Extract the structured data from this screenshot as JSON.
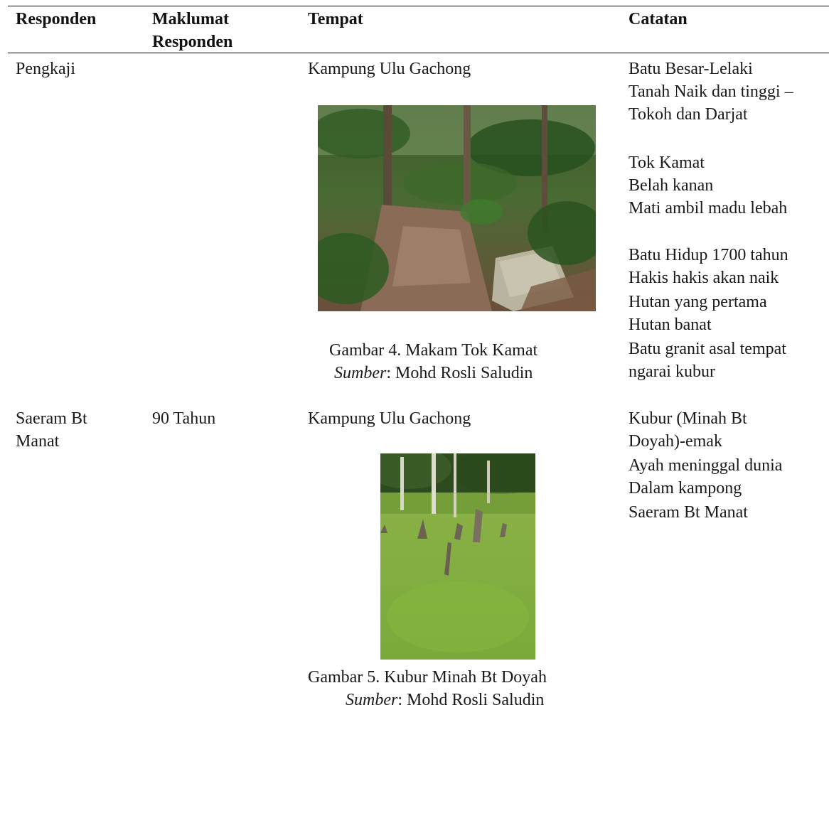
{
  "headers": [
    "Responden",
    "Maklumat",
    "Responden",
    "Tempat",
    "Catatan"
  ],
  "rows": [
    {
      "responden": [
        "Pengkaji"
      ],
      "maklumat": "",
      "tempat": "Kampung Ulu Gachong",
      "figure": {
        "caption": "Gambar 4. Makam Tok Kamat",
        "source_label": "Sumber",
        "source": ": Mohd Rosli Saludin"
      },
      "catatan": [
        "Batu Besar-Lelaki",
        "Tanah Naik dan tinggi –",
        "Tokoh dan Darjat",
        "",
        "Tok Kamat",
        "Belah kanan",
        "Mati ambil madu lebah",
        "",
        "Batu Hidup 1700 tahun",
        "Hakis hakis akan naik",
        "Hutan yang pertama",
        "Hutan banat",
        "Batu granit asal tempat",
        "ngarai kubur"
      ]
    },
    {
      "responden": [
        "Saeram Bt",
        "Manat"
      ],
      "maklumat": "90 Tahun",
      "tempat": "Kampung Ulu Gachong",
      "figure": {
        "caption": "Gambar 5. Kubur Minah Bt Doyah",
        "source_label": "Sumber",
        "source": ": Mohd Rosli Saludin"
      },
      "catatan": [
        "Kubur (Minah Bt",
        "Doyah)-emak",
        "Ayah meninggal dunia",
        "Dalam kampong",
        "Saeram Bt Manat"
      ]
    }
  ]
}
